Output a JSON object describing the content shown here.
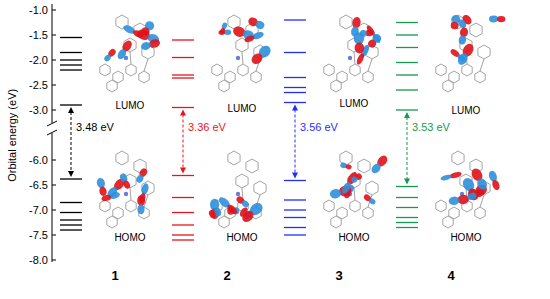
{
  "diagram": {
    "labels": [
      "Orbital energy (eV)",
      "-1.0",
      "-1.5",
      "-2.0",
      "-2.5",
      "-3.0",
      "-6.0",
      "-6.5",
      "-7.0",
      "-7.5",
      "-8.0",
      "LUMO",
      "3.48 eV",
      "HOMO",
      "1",
      "LUMO",
      "3.36 eV",
      "HOMO",
      "2",
      "LUMO",
      "3.56 eV",
      "HOMO",
      "3",
      "LUMO",
      "3.53 eV",
      "HOMO",
      "4"
    ]
  }
}
